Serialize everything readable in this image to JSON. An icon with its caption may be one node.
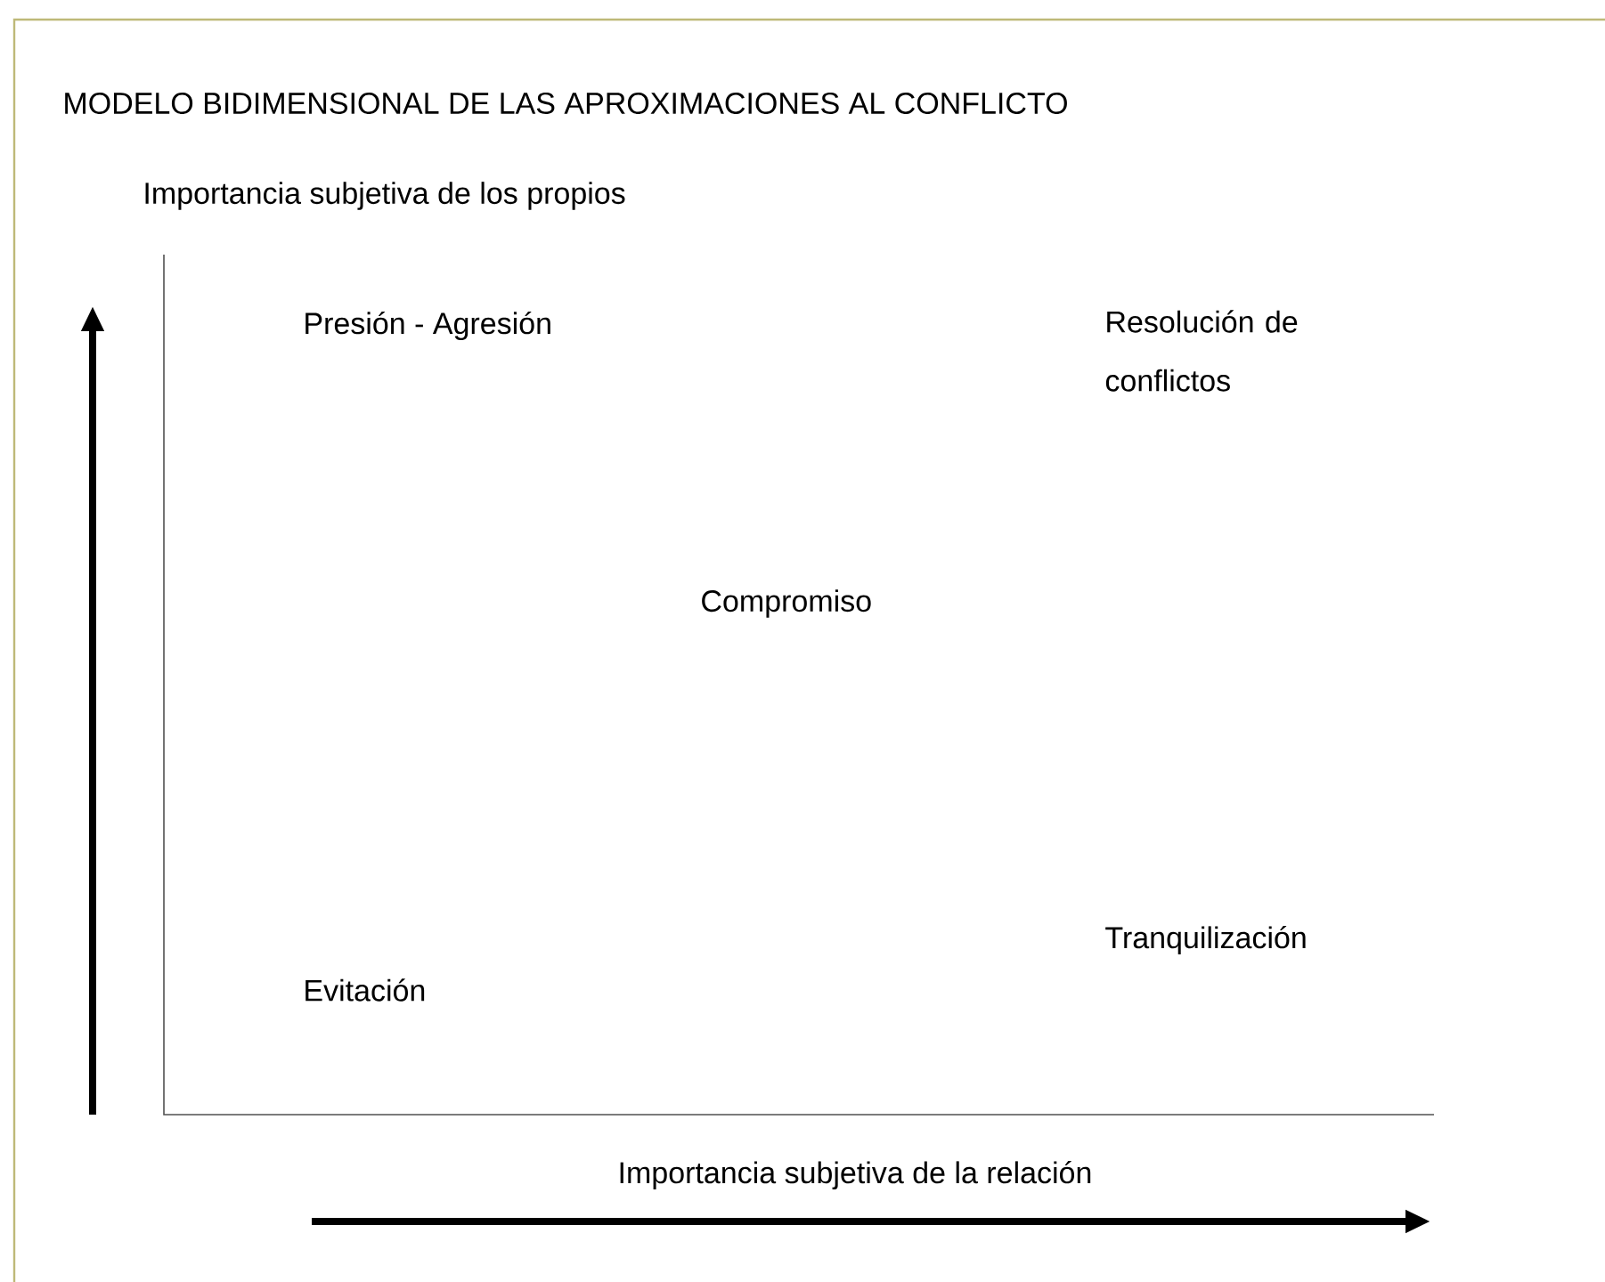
{
  "diagram": {
    "title": "MODELO BIDIMENSIONAL DE LAS APROXIMACIONES AL CONFLICTO",
    "labels": [
      "Importancia subjetiva de los propios",
      "Presión  - Agresión",
      "Resolución de conflictos",
      "Compromiso",
      "Tranquilización",
      "Evitación",
      "Importancia subjetiva de la relación"
    ]
  }
}
